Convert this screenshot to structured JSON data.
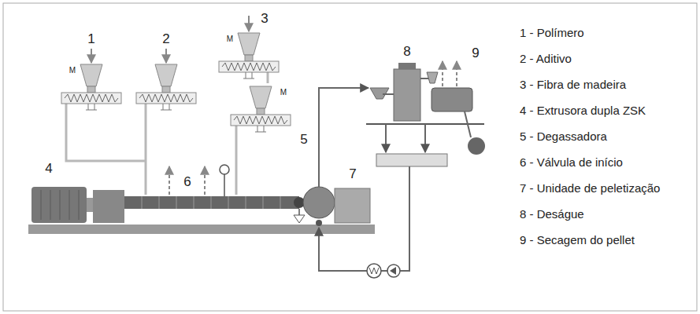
{
  "diagram": {
    "labels": [
      "1",
      "2",
      "3",
      "4",
      "5",
      "6",
      "7",
      "8",
      "9",
      "M",
      "M",
      "M",
      "1 - Polímero",
      "2 - Aditivo",
      "3 - Fibra de madeira",
      "4 - Extrusora dupla ZSK",
      "5 - Degassadora",
      "6 - Válvula de início",
      "7 - Unidade de peletização",
      "8 - Deságue",
      "9 - Secagem do pellet"
    ]
  }
}
